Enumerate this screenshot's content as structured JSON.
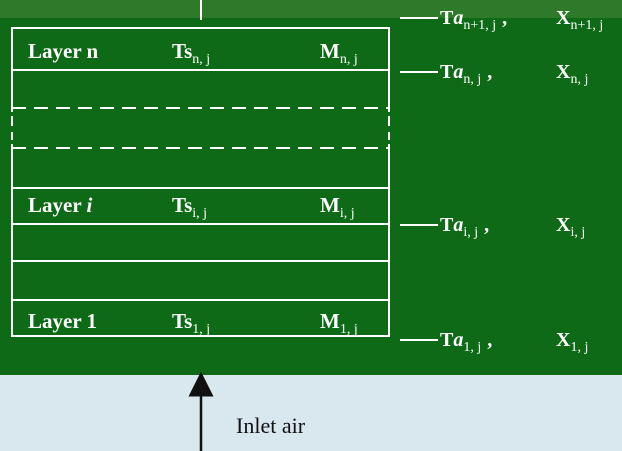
{
  "colors": {
    "panel_bg": "#0e6a16",
    "top_strip": "#2f7a2a",
    "bottom_bg": "#d9e7ee",
    "line": "#ffffff",
    "text_light": "#ffffff",
    "text_dark": "#111111"
  },
  "layers": [
    {
      "name": "Layer n",
      "ts_sub": "n, j",
      "m_sub": "n, j"
    },
    {
      "name": "Layer ",
      "name_italic": "i",
      "ts_sub": "i, j",
      "m_sub": "i, j"
    },
    {
      "name": "Layer 1",
      "ts_sub": "1, j",
      "m_sub": "1, j"
    }
  ],
  "ts_symbol": "Ts",
  "m_symbol": "M",
  "right_labels": [
    {
      "ta_sub": "n+1, j",
      "x_sub": "n+1, j"
    },
    {
      "ta_sub": "n, j",
      "x_sub": "n, j"
    },
    {
      "ta_sub": "i, j",
      "x_sub": "i, j"
    },
    {
      "ta_sub": "1, j",
      "x_sub": "1, j"
    }
  ],
  "ta_symbol_T": "T",
  "ta_symbol_a": "a",
  "x_symbol": "X",
  "separator": ",",
  "inlet_label": "Inlet air"
}
